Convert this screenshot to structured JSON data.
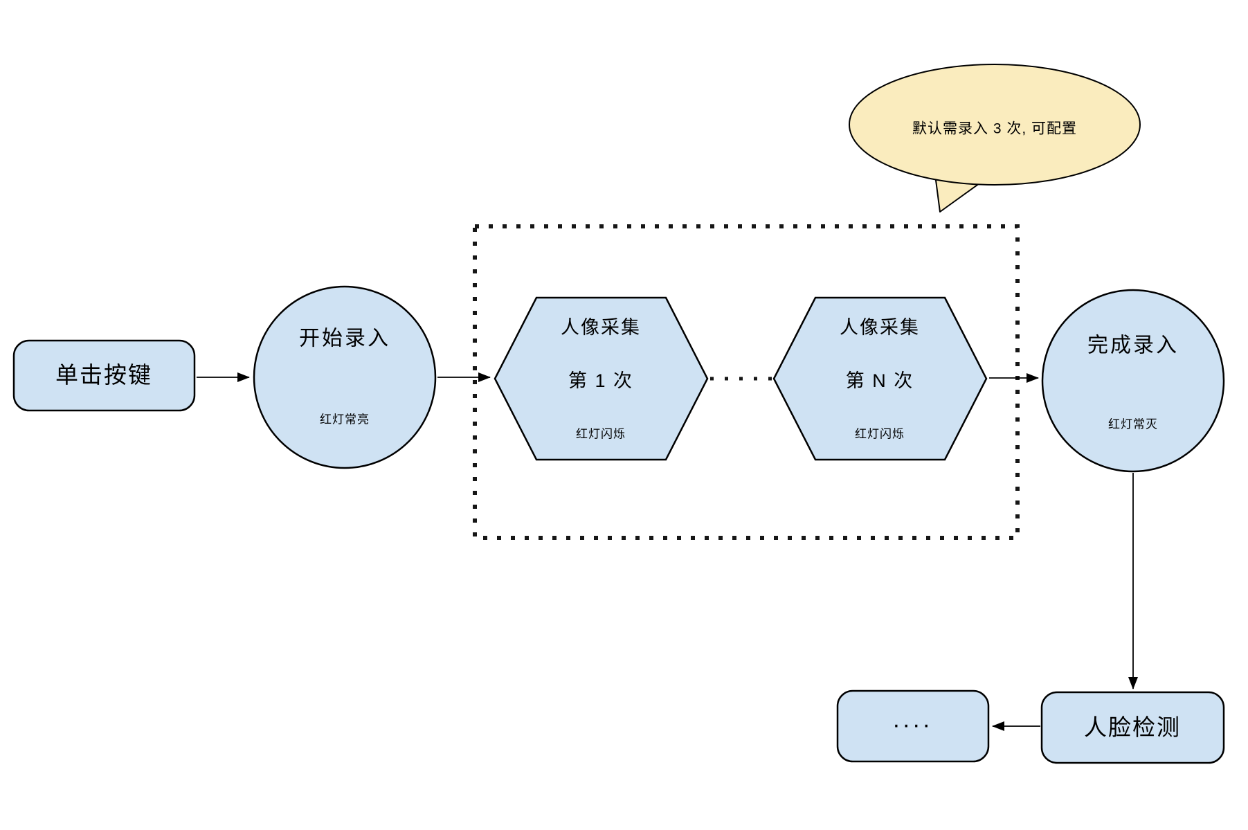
{
  "nodes": {
    "click_button": {
      "label": "单击按键"
    },
    "start": {
      "title": "开始录入",
      "subtitle": "红灯常亮"
    },
    "capture_first": {
      "line1": "人像采集",
      "line2": "第 1 次",
      "subtitle": "红灯闪烁"
    },
    "capture_nth": {
      "line1": "人像采集",
      "line2": "第 N 次",
      "subtitle": "红灯闪烁"
    },
    "finish": {
      "title": "完成录入",
      "subtitle": "红灯常灭"
    },
    "ellipsis_box": {
      "label": "...."
    },
    "face_detection": {
      "label": "人脸检测"
    }
  },
  "callout": {
    "text": "默认需录入 3 次, 可配置"
  },
  "colors": {
    "node_fill": "#cfe2f3",
    "callout_fill": "#faecbe",
    "stroke": "#000000"
  }
}
